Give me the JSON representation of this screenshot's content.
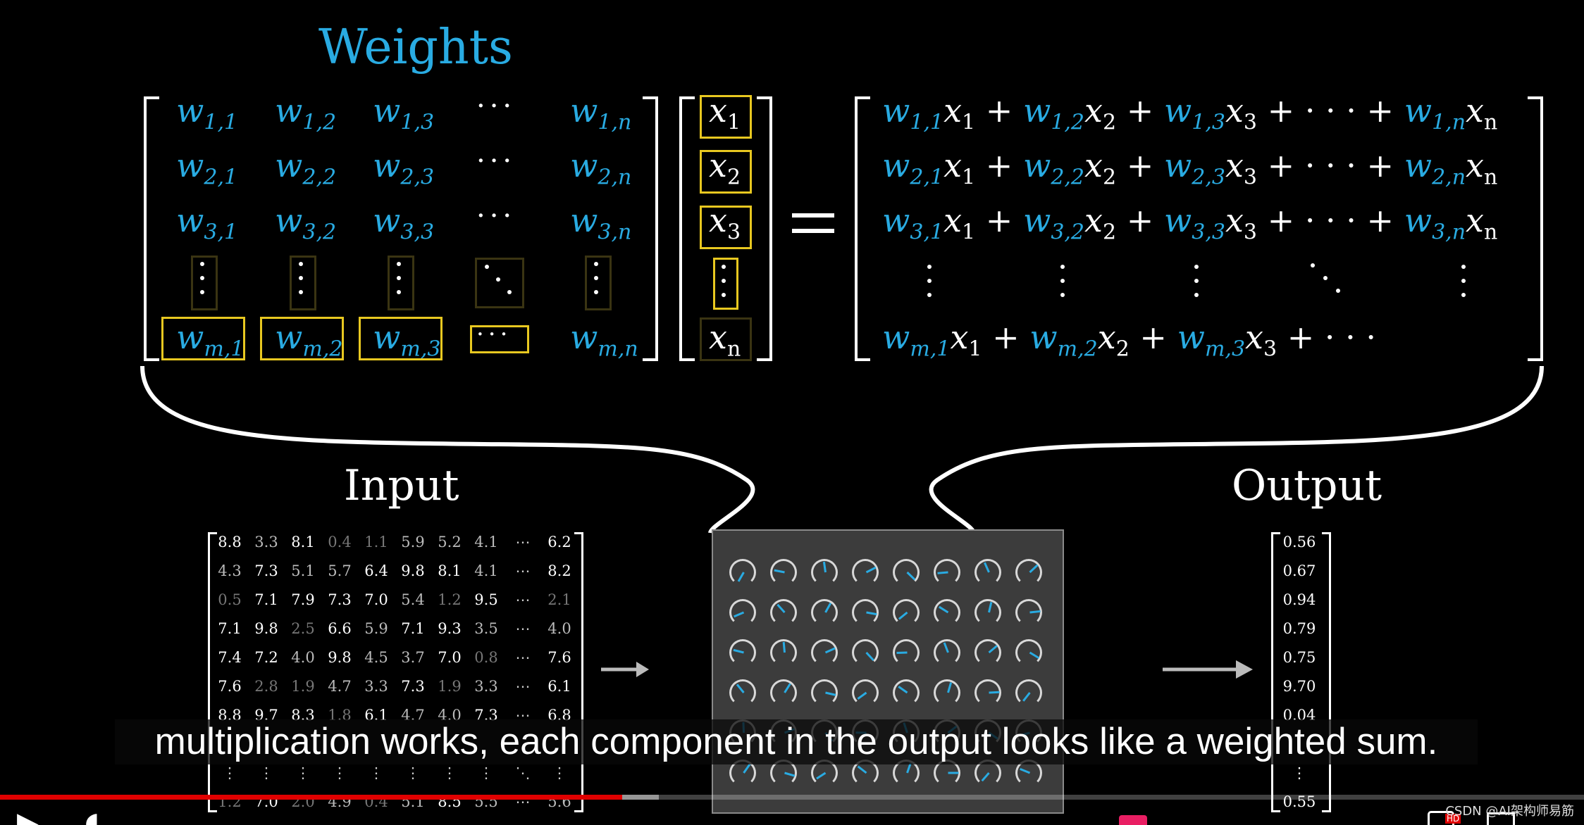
{
  "video": {
    "title": "Weights",
    "input_label": "Input",
    "output_label": "Output",
    "caption": "multiplication works, each component in the output looks like a weighted sum.",
    "playback_progress": 0.393,
    "buffered_progress": 0.416,
    "watermark": "CSDN @AI架构师易筋",
    "hd_badge": "HD"
  },
  "weights_matrix": {
    "rows": [
      [
        "w",
        "1,1",
        "w",
        "1,2",
        "w",
        "1,3",
        "w",
        "1,n"
      ],
      [
        "w",
        "2,1",
        "w",
        "2,2",
        "w",
        "2,3",
        "w",
        "2,n"
      ],
      [
        "w",
        "3,1",
        "w",
        "3,2",
        "w",
        "3,3",
        "w",
        "3,n"
      ],
      [
        "w",
        "m,1",
        "w",
        "m,2",
        "w",
        "m,3",
        "w",
        "m,n"
      ]
    ]
  },
  "x_vector": [
    {
      "var": "x",
      "sub": "1"
    },
    {
      "var": "x",
      "sub": "2"
    },
    {
      "var": "x",
      "sub": "3"
    },
    {
      "var": "x",
      "sub": "n"
    }
  ],
  "result_rows": [
    "1",
    "2",
    "3",
    "m"
  ],
  "input_table": [
    [
      "8.8",
      "3.3",
      "8.1",
      "0.4",
      "1.1",
      "5.9",
      "5.2",
      "4.1",
      "⋯",
      "6.2"
    ],
    [
      "4.3",
      "7.3",
      "5.1",
      "5.7",
      "6.4",
      "9.8",
      "8.1",
      "4.1",
      "⋯",
      "8.2"
    ],
    [
      "0.5",
      "7.1",
      "7.9",
      "7.3",
      "7.0",
      "5.4",
      "1.2",
      "9.5",
      "⋯",
      "2.1"
    ],
    [
      "7.1",
      "9.8",
      "2.5",
      "6.6",
      "5.9",
      "7.1",
      "9.3",
      "3.5",
      "⋯",
      "4.0"
    ],
    [
      "7.4",
      "7.2",
      "4.0",
      "9.8",
      "4.5",
      "3.7",
      "7.0",
      "0.8",
      "⋯",
      "7.6"
    ],
    [
      "7.6",
      "2.8",
      "1.9",
      "4.7",
      "3.3",
      "7.3",
      "1.9",
      "3.3",
      "⋯",
      "6.1"
    ],
    [
      "8.8",
      "9.7",
      "8.3",
      "1.8",
      "6.1",
      "4.7",
      "4.0",
      "7.3",
      "⋯",
      "6.8"
    ],
    [
      "",
      "",
      "",
      "",
      "",
      "",
      "",
      "",
      "",
      ""
    ],
    [
      "⋮",
      "⋮",
      "⋮",
      "⋮",
      "⋮",
      "⋮",
      "⋮",
      "⋮",
      "⋱",
      "⋮"
    ],
    [
      "1.2",
      "7.0",
      "2.0",
      "4.9",
      "0.4",
      "5.1",
      "8.5",
      "5.5",
      "⋯",
      "5.6"
    ]
  ],
  "output_vector": [
    "0.56",
    "0.67",
    "0.94",
    "0.79",
    "0.75",
    "9.70",
    "0.04",
    "",
    "⋮",
    "0.55"
  ],
  "colors": {
    "weight": "#29abe2",
    "highlight": "#e8c820",
    "progress": "#e00000"
  }
}
